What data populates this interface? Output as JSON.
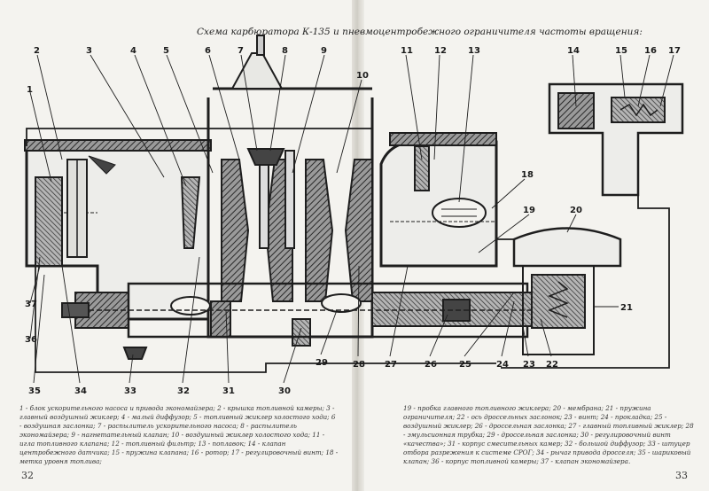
{
  "title": "Схема карбюратора К-135 и пневмоцентробежного ограничителя частоты вращения:",
  "callouts": [
    "1",
    "2",
    "3",
    "4",
    "5",
    "6",
    "7",
    "8",
    "9",
    "10",
    "11",
    "12",
    "13",
    "14",
    "15",
    "16",
    "17",
    "18",
    "19",
    "20",
    "21",
    "22",
    "23",
    "24",
    "25",
    "26",
    "27",
    "28",
    "29",
    "30",
    "31",
    "32",
    "33",
    "34",
    "35",
    "36",
    "37"
  ],
  "caption_left": "1 - блок ускорительного насоса и привода экономайзера; 2 - крышка топливной камеры; 3 - главный воздушный жиклер; 4 - малый диффузор; 5 - топливный жиклер холостого хода; 6 - воздушная заслонка; 7 - распылитель ускорительного насоса; 8 - распылитель экономайзера; 9 - нагнетательный клапан; 10 - воздушный жиклер холостого хода; 11 - игла топливного клапана; 12 - топливный фильтр; 13 - поплавок; 14 - клапан центробежного датчика; 15 - пружина клапана; 16 - ротор; 17 - регулировочный винт; 18 - метка уровня топлива;",
  "caption_right": "19 - пробка главного топливного жиклера; 20 - мембрана; 21 - пружина ограничителя; 22 - ось дроссельных заслонок; 23 - винт; 24 - прокладка; 25 - воздушный жиклер; 26 - дроссельная заслонка; 27 - главный топливный жиклер; 28 - эмульсионная трубка; 29 - дроссельная заслонка; 30 - регулировочный винт «качества»; 31 - корпус смесительных камер; 32 - большой диффузор; 33 - штуцер отбора разрежения к системе СРОГ; 34 - рычаг привода дросселя; 35 - шариковый клапан; 36 - корпус топливной камеры; 37 - клапан экономайзера.",
  "page_left": "32",
  "page_right": "33",
  "colors": {
    "ink": "#222222",
    "paper": "#f4f3ef",
    "hatch": "#555555"
  }
}
